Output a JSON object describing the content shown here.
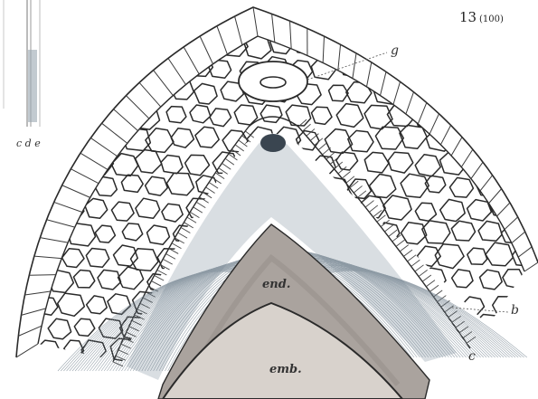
{
  "figure": {
    "number": "13",
    "magnification": "(100)",
    "labels": {
      "g": "g",
      "b": "b",
      "c": "c",
      "end": "end.",
      "emb": "emb.",
      "cde": "c d e"
    },
    "colors": {
      "ink": "#2a2a2a",
      "paper": "#ffffff",
      "endosperm": "#a9a29d",
      "embryo": "#cfc8c2",
      "tissue": "#b9c4cc"
    }
  }
}
